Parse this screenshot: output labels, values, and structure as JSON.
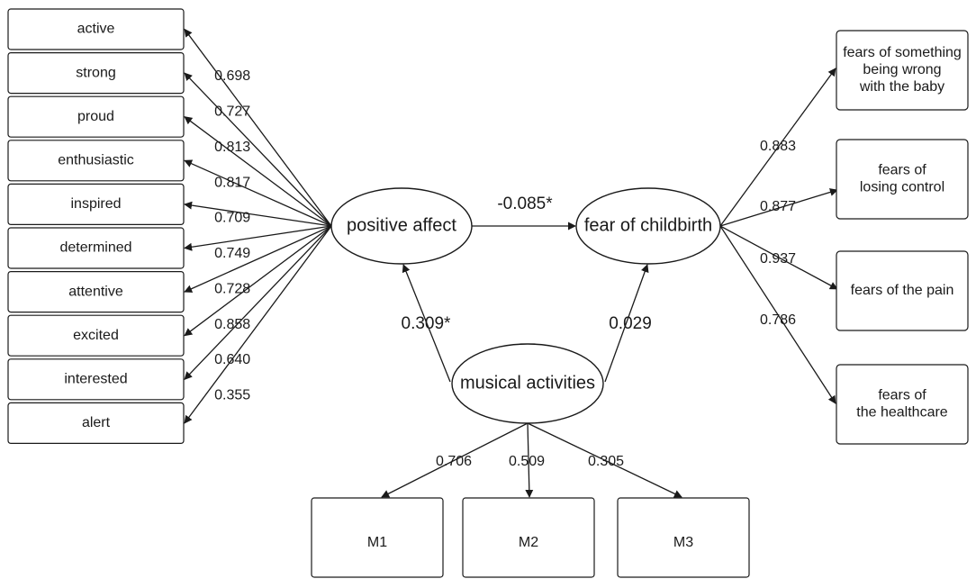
{
  "latents": {
    "positive_affect": "positive affect",
    "fear_of_childbirth": "fear of childbirth",
    "musical_activities": "musical activities"
  },
  "positive_affect_items": [
    {
      "label": "active",
      "loading": "0.698"
    },
    {
      "label": "strong",
      "loading": "0.727"
    },
    {
      "label": "proud",
      "loading": "0.813"
    },
    {
      "label": "enthusiastic",
      "loading": "0.817"
    },
    {
      "label": "inspired",
      "loading": "0.709"
    },
    {
      "label": "determined",
      "loading": "0.749"
    },
    {
      "label": "attentive",
      "loading": "0.728"
    },
    {
      "label": "excited",
      "loading": "0.858"
    },
    {
      "label": "interested",
      "loading": "0.640"
    },
    {
      "label": "alert",
      "loading": "0.355"
    }
  ],
  "fear_items": [
    {
      "lines": [
        "fears of something",
        "being wrong",
        "with the baby"
      ],
      "loading": "0.883"
    },
    {
      "lines": [
        "fears of",
        "losing control"
      ],
      "loading": "0.877"
    },
    {
      "lines": [
        "fears of the pain"
      ],
      "loading": "0.937"
    },
    {
      "lines": [
        "fears of",
        "the healthcare"
      ],
      "loading": "0.786"
    }
  ],
  "musical_items": [
    {
      "label": "M1",
      "loading": "0.706"
    },
    {
      "label": "M2",
      "loading": "0.509"
    },
    {
      "label": "M3",
      "loading": "0.305"
    }
  ],
  "paths": {
    "pa_to_foc": "-0.085*",
    "ma_to_pa": "0.309*",
    "ma_to_foc": "0.029"
  }
}
